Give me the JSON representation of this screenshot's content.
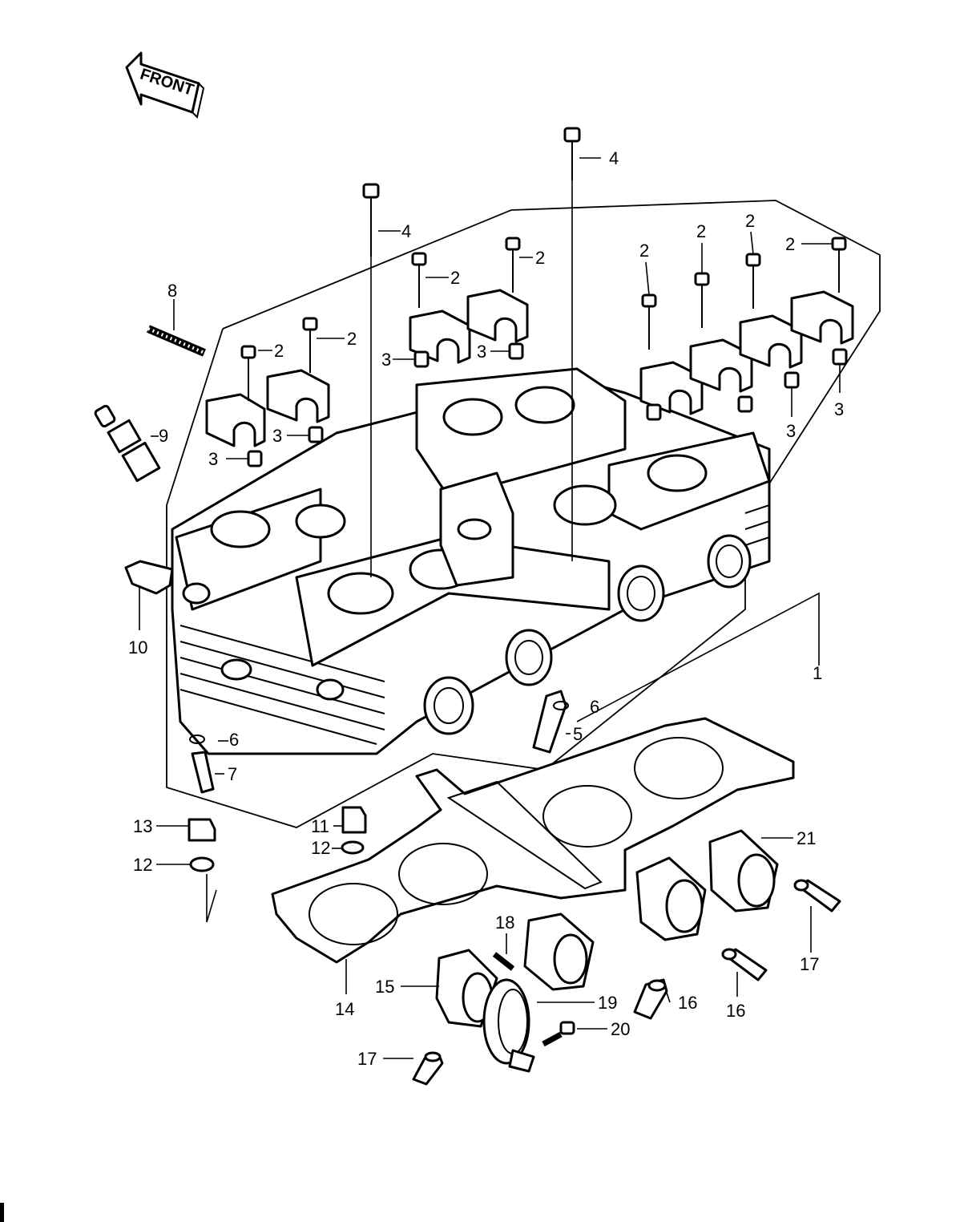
{
  "front_label": "FRONT",
  "callouts": [
    {
      "id": "c1",
      "text": "1"
    },
    {
      "id": "c2a",
      "text": "2"
    },
    {
      "id": "c2b",
      "text": "2"
    },
    {
      "id": "c2c",
      "text": "2"
    },
    {
      "id": "c2d",
      "text": "2"
    },
    {
      "id": "c2e",
      "text": "2"
    },
    {
      "id": "c2f",
      "text": "2"
    },
    {
      "id": "c2g",
      "text": "2"
    },
    {
      "id": "c2h",
      "text": "2"
    },
    {
      "id": "c3a",
      "text": "3"
    },
    {
      "id": "c3b",
      "text": "3"
    },
    {
      "id": "c3c",
      "text": "3"
    },
    {
      "id": "c3d",
      "text": "3"
    },
    {
      "id": "c3e",
      "text": "3"
    },
    {
      "id": "c3f",
      "text": "3"
    },
    {
      "id": "c4a",
      "text": "4"
    },
    {
      "id": "c4b",
      "text": "4"
    },
    {
      "id": "c5",
      "text": "5"
    },
    {
      "id": "c6a",
      "text": "6"
    },
    {
      "id": "c6b",
      "text": "6"
    },
    {
      "id": "c7",
      "text": "7"
    },
    {
      "id": "c8",
      "text": "8"
    },
    {
      "id": "c9",
      "text": "9"
    },
    {
      "id": "c10",
      "text": "10"
    },
    {
      "id": "c11",
      "text": "11"
    },
    {
      "id": "c12a",
      "text": "12"
    },
    {
      "id": "c12b",
      "text": "12"
    },
    {
      "id": "c13",
      "text": "13"
    },
    {
      "id": "c14",
      "text": "14"
    },
    {
      "id": "c15",
      "text": "15"
    },
    {
      "id": "c16a",
      "text": "16"
    },
    {
      "id": "c16b",
      "text": "16"
    },
    {
      "id": "c17a",
      "text": "17"
    },
    {
      "id": "c17b",
      "text": "17"
    },
    {
      "id": "c18",
      "text": "18"
    },
    {
      "id": "c19",
      "text": "19"
    },
    {
      "id": "c20",
      "text": "20"
    },
    {
      "id": "c21",
      "text": "21"
    }
  ]
}
